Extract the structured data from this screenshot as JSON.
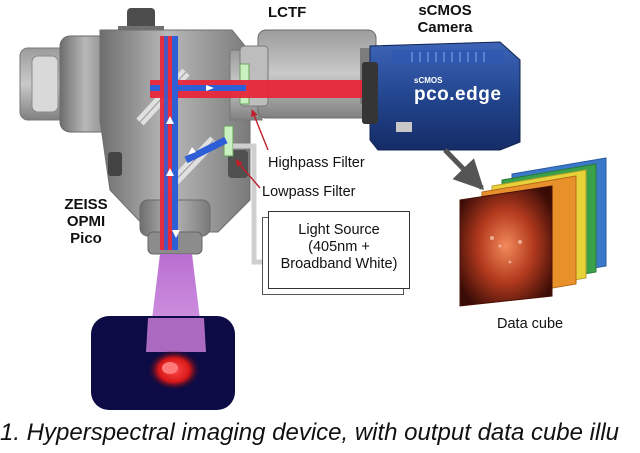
{
  "labels": {
    "lctf": "LCTF",
    "camera_line1": "sCMOS",
    "camera_line2": "Camera",
    "camera_brand_small": "sCMOS",
    "camera_brand": "pco.edge",
    "highpass": "Highpass Filter",
    "lowpass": "Lowpass Filter",
    "zeiss_line1": "ZEISS",
    "zeiss_line2": "OPMI",
    "zeiss_line3": "Pico",
    "light_source_line1": "Light Source",
    "light_source_line2": "(405nm +",
    "light_source_line3": "Broadband White)",
    "data_cube": "Data cube"
  },
  "caption": "1. Hyperspectral imaging device, with output data cube illu",
  "colors": {
    "beam_red": "#e8263a",
    "beam_blue": "#2f5fd6",
    "excitation_cone": "#c77bd6",
    "camera_body": "#1f3f8f",
    "microscope_gray": "#9a9a9a",
    "cube_layers": [
      "#3a78c8",
      "#3aa04a",
      "#e8d23a",
      "#e8902a",
      "#c83a2a"
    ]
  }
}
